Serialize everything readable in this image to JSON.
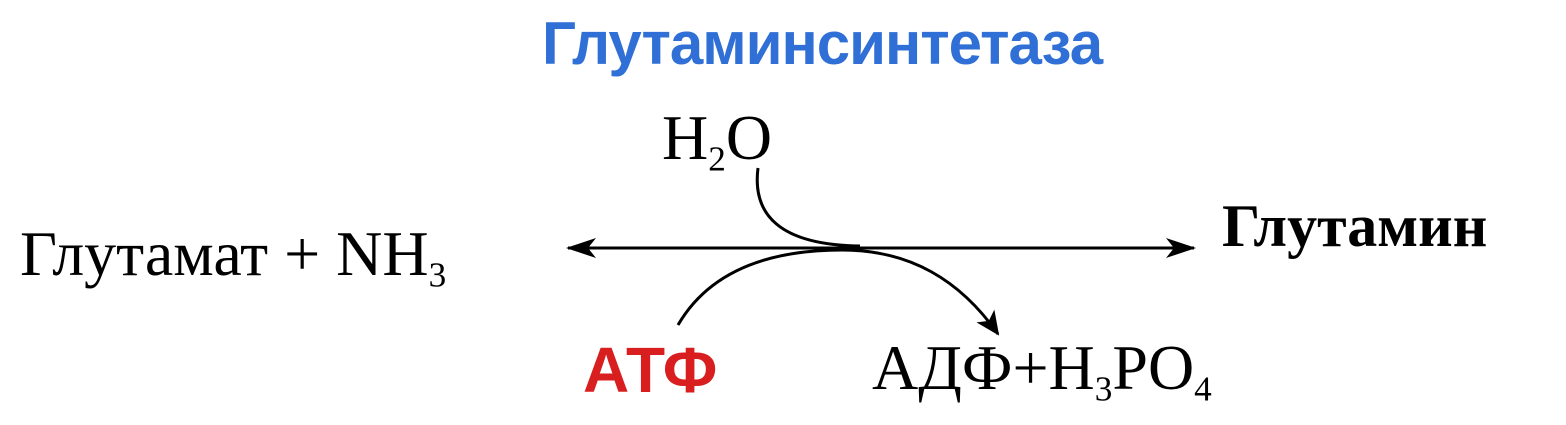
{
  "colors": {
    "enzyme": "#2f6fd6",
    "atp": "#d81e1e",
    "text": "#000000",
    "arrow": "#000000"
  },
  "enzyme": {
    "label": "Глутаминсинтетаза"
  },
  "water": {
    "main": "H",
    "sub": "2",
    "tail": "O"
  },
  "substrate": {
    "main": "Глутамат + NH",
    "sub": "3"
  },
  "product": {
    "label": "Глутамин"
  },
  "atp": {
    "label": "АТФ"
  },
  "adp": {
    "part1": "АДФ+H",
    "sub1": "3",
    "part2": "PO",
    "sub2": "4"
  }
}
